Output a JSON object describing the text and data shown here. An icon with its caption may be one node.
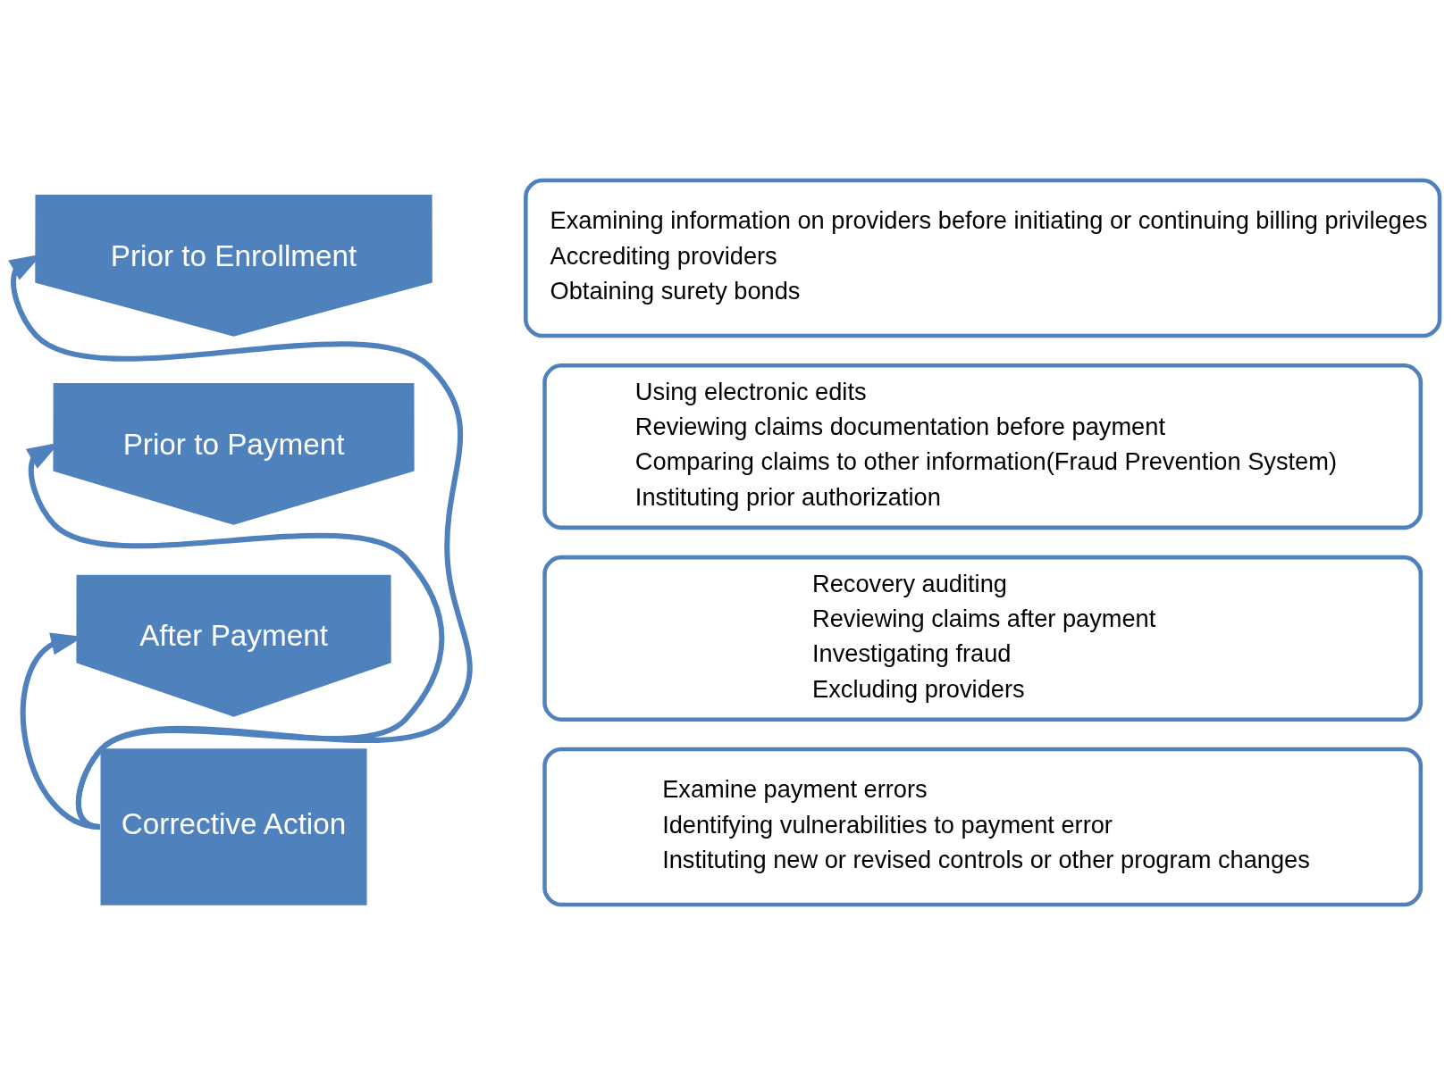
{
  "diagram": {
    "nodes": [
      {
        "text": [
          "Prior to Enrollment"
        ]
      },
      {
        "text": [
          "Examining information on providers before initiating or continuing billing privileges",
          "Accrediting providers",
          "Obtaining surety bonds"
        ]
      },
      {
        "text": [
          "Prior to Payment"
        ]
      },
      {
        "text": [
          "Using electronic edits",
          "Reviewing claims documentation before payment",
          "Comparing claims to other information(Fraud Prevention System)",
          "Instituting prior authorization"
        ]
      },
      {
        "text": [
          "After Payment"
        ]
      },
      {
        "text": [
          "Recovery auditing",
          "Reviewing claims after payment",
          "Investigating fraud",
          "Excluding providers"
        ]
      },
      {
        "text": [
          "Corrective Action"
        ]
      },
      {
        "text": [
          "Examine payment errors",
          "Identifying vulnerabilities to payment error",
          "Instituting new or revised controls or other program changes"
        ]
      }
    ],
    "edges": [
      {
        "from": 6,
        "to": 0,
        "arrow": "to"
      },
      {
        "from": 6,
        "to": 2,
        "arrow": "to"
      },
      {
        "from": 6,
        "to": 4,
        "arrow": "to"
      }
    ]
  }
}
